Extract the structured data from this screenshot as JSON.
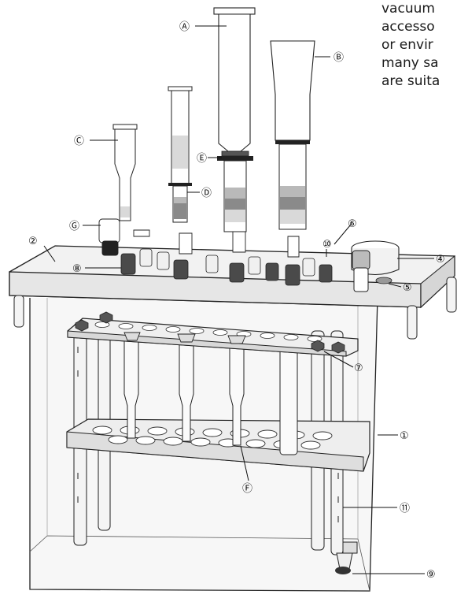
{
  "body_text": [
    "vacuum",
    "accesso",
    "or envir",
    "many sa",
    "are suita"
  ],
  "callouts": {
    "A": "Ⓐ",
    "B": "Ⓑ",
    "C": "Ⓒ",
    "D": "Ⓓ",
    "E": "Ⓔ",
    "F": "Ⓕ",
    "G": "Ⓖ",
    "n1": "①",
    "n2": "②",
    "n4": "④",
    "n5": "⑤",
    "n6": "⑥",
    "n7": "⑦",
    "n8": "⑧",
    "n9": "⑨",
    "n10": "⑩",
    "n11": "⑪"
  },
  "colors": {
    "line": "#222222",
    "lid_top": "#f2f2f2",
    "lid_front": "#e6e6e6",
    "tank": "#f7f7f7",
    "sorbent_dark": "#8a8a8a",
    "sorbent_mid": "#b9b9b9",
    "sorbent_light": "#d9d9d9",
    "valve_dark": "#4a4a4a"
  }
}
